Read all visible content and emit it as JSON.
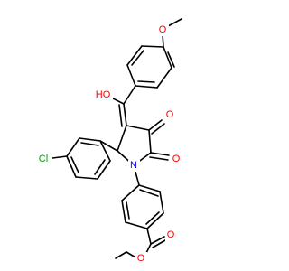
{
  "molecule": {
    "atoms": {
      "o_methoxy": {
        "text": "O",
        "color": "#ff0000"
      },
      "oh": {
        "text": "HO",
        "color": "#ff0000"
      },
      "o_ketone": {
        "text": "O",
        "color": "#ff0000"
      },
      "o_lactam": {
        "text": "O",
        "color": "#ff0000"
      },
      "n": {
        "text": "N",
        "color": "#0000ff"
      },
      "cl": {
        "text": "Cl",
        "color": "#00a000"
      },
      "o_ester_carbonyl": {
        "text": "O",
        "color": "#ff0000"
      },
      "o_ester": {
        "text": "O",
        "color": "#ff0000"
      }
    }
  }
}
